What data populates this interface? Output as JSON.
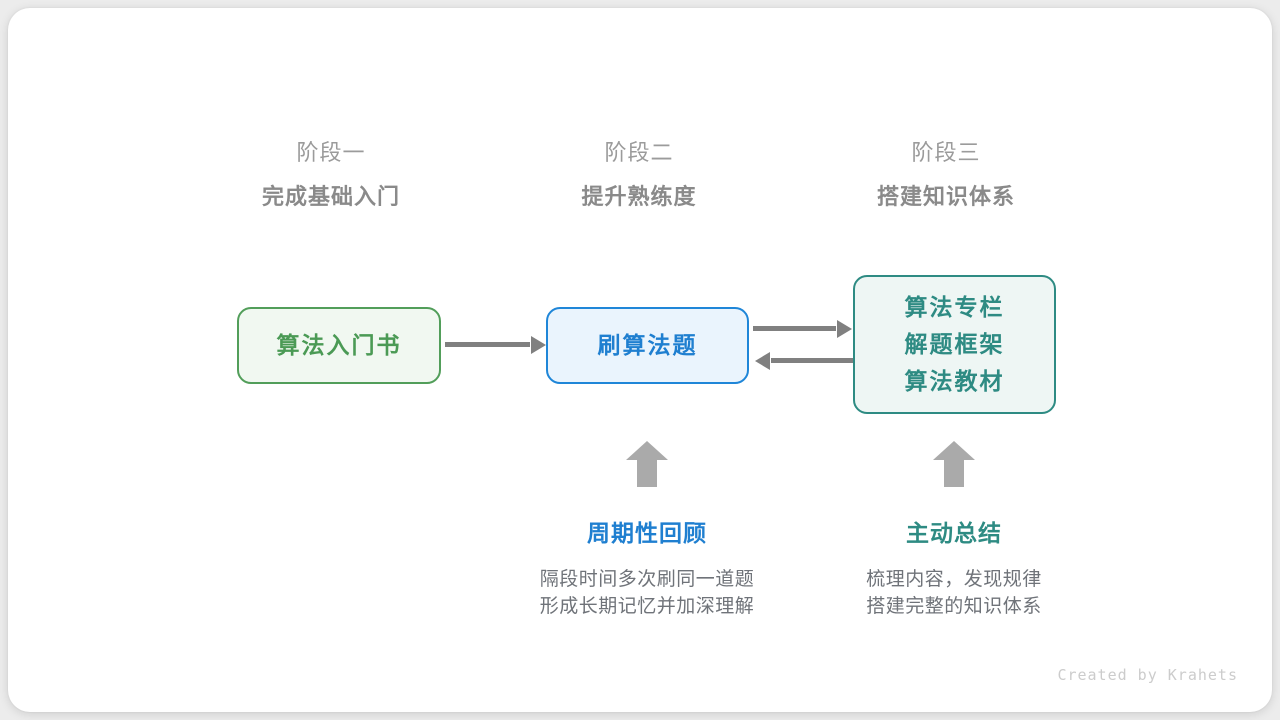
{
  "card": {
    "background": "#ffffff",
    "page_background": "#ececec"
  },
  "stages": [
    {
      "index_label": "阶段一",
      "title": "完成基础入门"
    },
    {
      "index_label": "阶段二",
      "title": "提升熟练度"
    },
    {
      "index_label": "阶段三",
      "title": "搭建知识体系"
    }
  ],
  "nodes": [
    {
      "id": "book",
      "lines": [
        "算法入门书"
      ],
      "text_color": "#4b9a55",
      "border_color": "#529e5a",
      "fill_color": "#f1f8f1"
    },
    {
      "id": "practice",
      "lines": [
        "刷算法题"
      ],
      "text_color": "#1f7fd0",
      "border_color": "#1f86d8",
      "fill_color": "#eaf4fd"
    },
    {
      "id": "resources",
      "lines": [
        "算法专栏",
        "解题框架",
        "算法教材"
      ],
      "text_color": "#2e8b83",
      "border_color": "#2e8b83",
      "fill_color": "#eef6f4"
    }
  ],
  "arrows": {
    "color": "#808080",
    "up_color": "#aaaaaa",
    "book_to_practice": "right",
    "practice_to_resources": "right",
    "resources_to_practice": "left"
  },
  "notes": [
    {
      "id": "review",
      "title": "周期性回顾",
      "title_color": "#1f7fd0",
      "desc_line1": "隔段时间多次刷同一道题",
      "desc_line2": "形成长期记忆并加深理解"
    },
    {
      "id": "summary",
      "title": "主动总结",
      "title_color": "#2e8b83",
      "desc_line1": "梳理内容，发现规律",
      "desc_line2": "搭建完整的知识体系"
    }
  ],
  "credit": "Created by Krahets"
}
